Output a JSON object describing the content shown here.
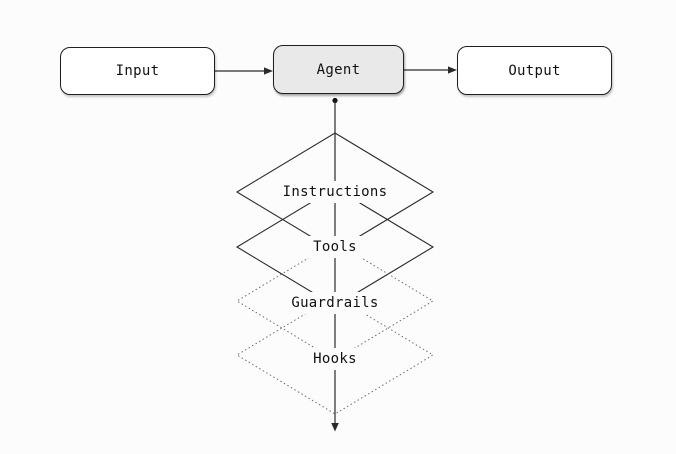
{
  "canvas": {
    "background": "#fcfcfc"
  },
  "colors": {
    "box_border": "#1f1f1f",
    "box_fill": "#ffffff",
    "agent_fill": "#e9e9e9",
    "connector": "#2b2b2b",
    "dotted_border": "#6e6e6e",
    "text": "#111111"
  },
  "nodes": [
    {
      "id": "input",
      "label": "Input",
      "highlighted": false
    },
    {
      "id": "agent",
      "label": "Agent",
      "highlighted": true
    },
    {
      "id": "output",
      "label": "Output",
      "highlighted": false
    }
  ],
  "connectors": [
    {
      "from": "input",
      "to": "agent",
      "type": "arrow-right"
    },
    {
      "from": "agent",
      "to": "output",
      "type": "arrow-right"
    },
    {
      "from": "agent",
      "to": "layers",
      "type": "dot-line-arrow-down"
    }
  ],
  "layers": [
    {
      "label": "Instructions",
      "border": "solid"
    },
    {
      "label": "Tools",
      "border": "solid"
    },
    {
      "label": "Guardrails",
      "border": "dotted"
    },
    {
      "label": "Hooks",
      "border": "dotted"
    }
  ]
}
